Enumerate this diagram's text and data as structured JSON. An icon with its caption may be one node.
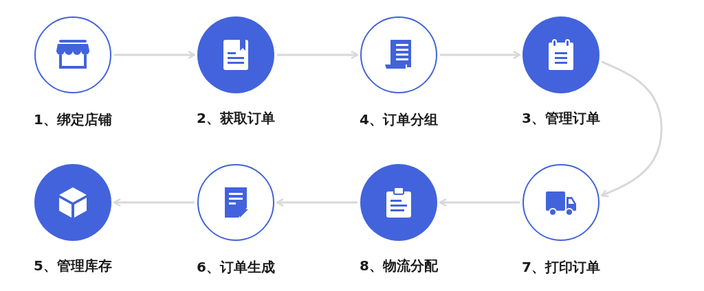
{
  "diagram": {
    "nodes": [
      {
        "text": [
          "1、绑定店铺"
        ]
      },
      {
        "text": [
          "2、获取订单"
        ]
      },
      {
        "text": [
          "4、订单分组"
        ]
      },
      {
        "text": [
          "3、管理订单"
        ]
      },
      {
        "text": [
          "5、管理库存"
        ]
      },
      {
        "text": [
          "6、订单生成"
        ]
      },
      {
        "text": [
          "8、物流分配"
        ]
      },
      {
        "text": [
          "7、打印订单"
        ]
      }
    ],
    "edges": [
      {
        "from": 0,
        "to": 1,
        "arrow": "to"
      },
      {
        "from": 1,
        "to": 2,
        "arrow": "to"
      },
      {
        "from": 2,
        "to": 3,
        "arrow": "to"
      },
      {
        "from": 3,
        "to": 7,
        "arrow": "to"
      },
      {
        "from": 7,
        "to": 6,
        "arrow": "to"
      },
      {
        "from": 6,
        "to": 5,
        "arrow": "to"
      },
      {
        "from": 5,
        "to": 4,
        "arrow": "to"
      }
    ]
  }
}
